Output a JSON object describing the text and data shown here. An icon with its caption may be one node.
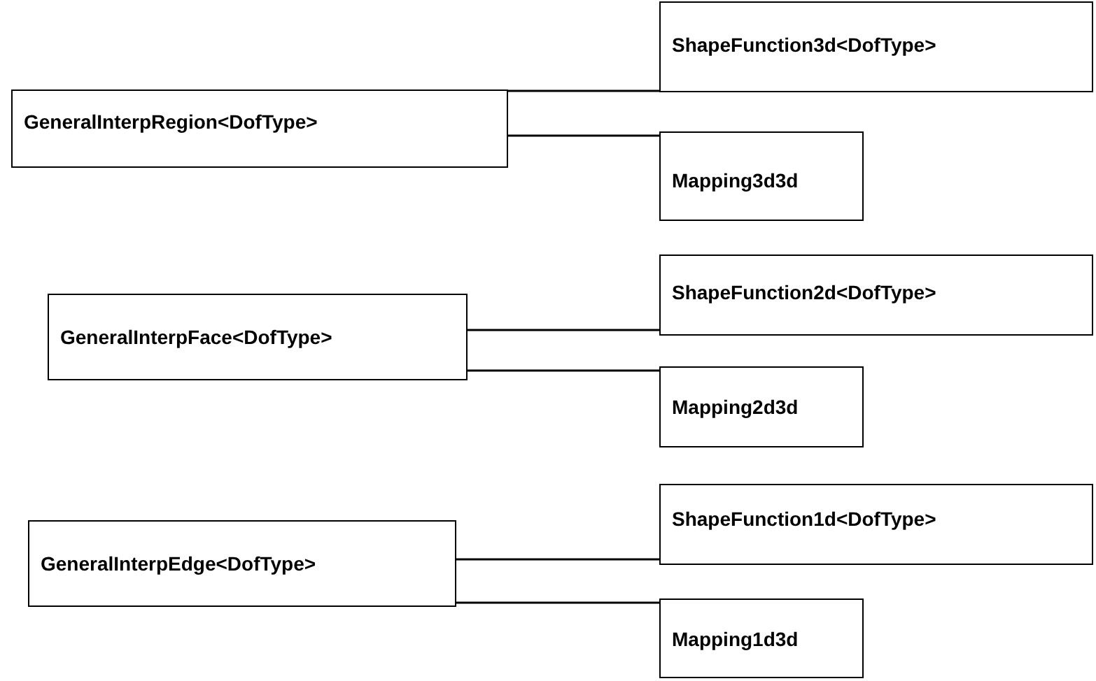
{
  "diagram": {
    "nodes": [
      {
        "text": [
          "GeneralInterpRegion<DofType>"
        ]
      },
      {
        "text": [
          "ShapeFunction3d<DofType>"
        ]
      },
      {
        "text": [
          "Mapping3d3d"
        ]
      },
      {
        "text": [
          "GeneralInterpFace<DofType>"
        ]
      },
      {
        "text": [
          "ShapeFunction2d<DofType>"
        ]
      },
      {
        "text": [
          "Mapping2d3d"
        ]
      },
      {
        "text": [
          "GeneralInterpEdge<DofType>"
        ]
      },
      {
        "text": [
          "ShapeFunction1d<DofType>"
        ]
      },
      {
        "text": [
          "Mapping1d3d"
        ]
      }
    ],
    "edges": [
      {
        "from": 0,
        "to": 1,
        "arrow": "none"
      },
      {
        "from": 0,
        "to": 2,
        "arrow": "none"
      },
      {
        "from": 3,
        "to": 4,
        "arrow": "none"
      },
      {
        "from": 3,
        "to": 5,
        "arrow": "none"
      },
      {
        "from": 6,
        "to": 7,
        "arrow": "none"
      },
      {
        "from": 6,
        "to": 8,
        "arrow": "none"
      }
    ]
  }
}
